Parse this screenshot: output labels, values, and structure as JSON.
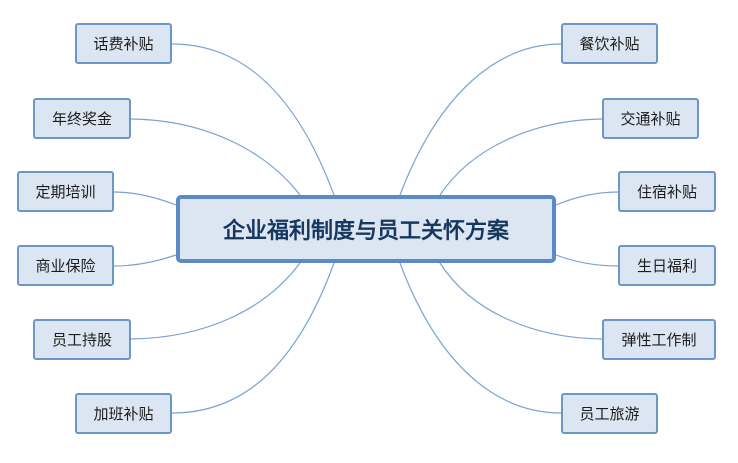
{
  "center": "企业福利制度与员工关怀方案",
  "left_branches": [
    "话费补贴",
    "年终奖金",
    "定期培训",
    "商业保险",
    "员工持股",
    "加班补贴"
  ],
  "right_branches": [
    "餐饮补贴",
    "交通补贴",
    "住宿补贴",
    "生日福利",
    "弹性工作制",
    "员工旅游"
  ],
  "colors": {
    "node_fill": "#dce6f2",
    "node_border": "#6d96c8",
    "center_border": "#5c8ac4",
    "link": "#7aa3d6"
  }
}
